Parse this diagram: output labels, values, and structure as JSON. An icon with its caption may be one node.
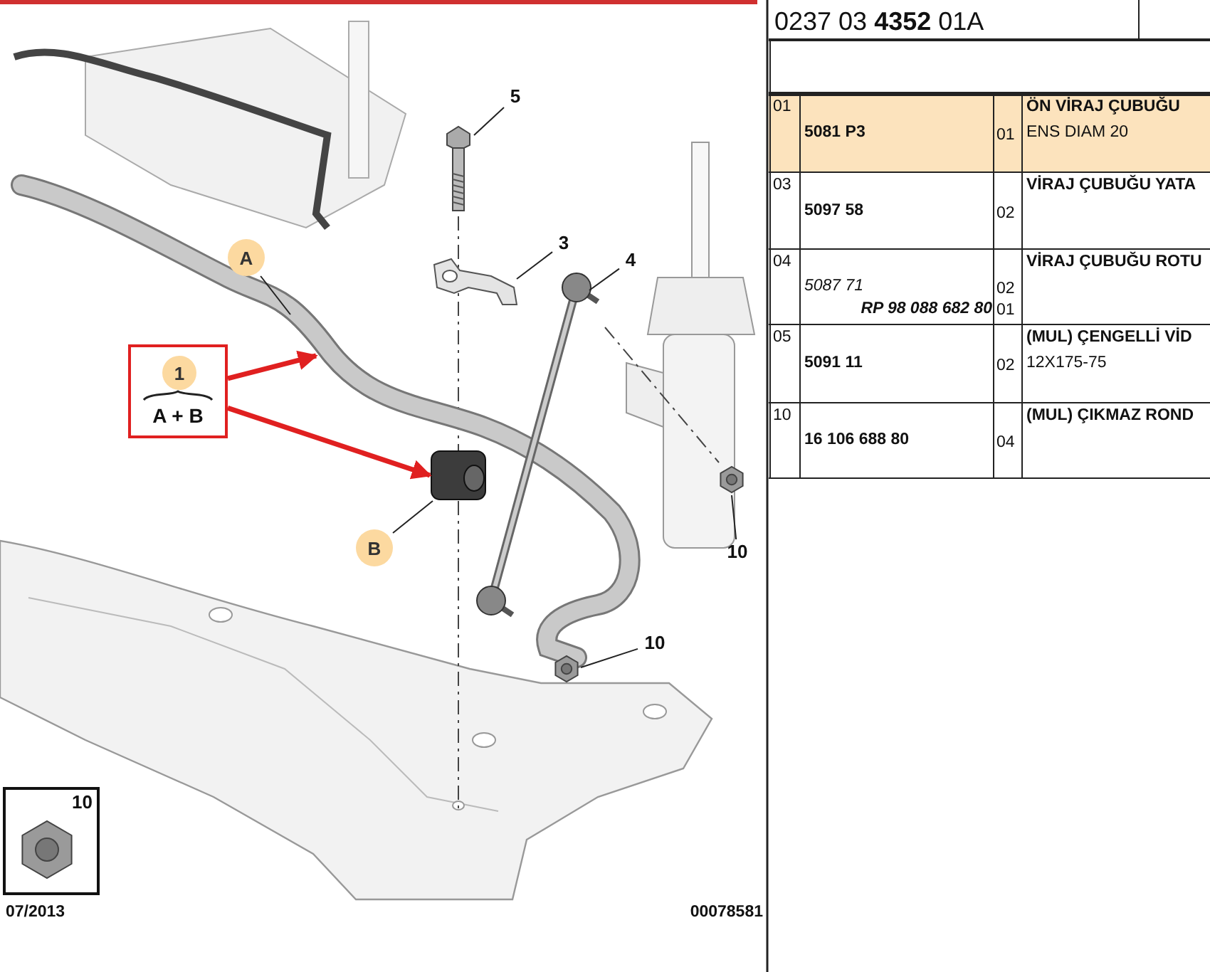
{
  "diagram": {
    "nodes": [
      {
        "text": [
          "1",
          "A + B"
        ]
      },
      {
        "text": [],
        "shape": "picture"
      },
      {
        "text": [],
        "shape": "picture"
      },
      {
        "text": [
          "A"
        ]
      },
      {
        "text": [
          "B"
        ]
      },
      {
        "text": [
          "5"
        ]
      },
      {
        "text": [],
        "shape": "picture"
      },
      {
        "text": [
          "3"
        ]
      },
      {
        "text": [],
        "shape": "picture"
      },
      {
        "text": [
          "4"
        ]
      },
      {
        "text": [],
        "shape": "picture"
      },
      {
        "text": [
          "10"
        ]
      },
      {
        "text": [],
        "shape": "picture"
      },
      {
        "text": [
          "10"
        ]
      },
      {
        "text": [],
        "shape": "picture"
      },
      {
        "text": [
          "10"
        ]
      },
      {
        "text": [],
        "shape": "picture",
        "in": 15
      }
    ],
    "edges": [
      {
        "from": 0,
        "to": 1,
        "arrow": "to",
        "style": "thick",
        "color": "#e02020"
      },
      {
        "from": 0,
        "to": 2,
        "arrow": "to",
        "style": "thick",
        "color": "#e02020"
      },
      {
        "from": 3,
        "to": 1,
        "arrow": "none"
      },
      {
        "from": 4,
        "to": 2,
        "arrow": "none"
      },
      {
        "from": 5,
        "to": 6,
        "arrow": "none"
      },
      {
        "from": 7,
        "to": 8,
        "arrow": "none"
      },
      {
        "from": 9,
        "to": 10,
        "arrow": "none"
      },
      {
        "from": 11,
        "to": 12,
        "arrow": "none"
      },
      {
        "from": 13,
        "to": 14,
        "arrow": "none"
      }
    ],
    "labels": [
      "0237 03 **4352** 01A",
      "01",
      "ÖN VİRAJ ÇUBUĞU",
      "5081 P3",
      "01",
      "ENS DIAM 20",
      "03",
      "VİRAJ ÇUBUĞU YATA",
      "5097 58",
      "02",
      "04",
      "VİRAJ ÇUBUĞU ROTU",
      "5087 71",
      "02",
      "RP 98 088 682 80",
      "01",
      "05",
      "(MUL) ÇENGELLİ VİD",
      "5091 11",
      "02",
      "12X175-75",
      "10",
      "(MUL) ÇIKMAZ ROND",
      "16 106 688 80",
      "04",
      "07/2013",
      "00078581"
    ]
  }
}
